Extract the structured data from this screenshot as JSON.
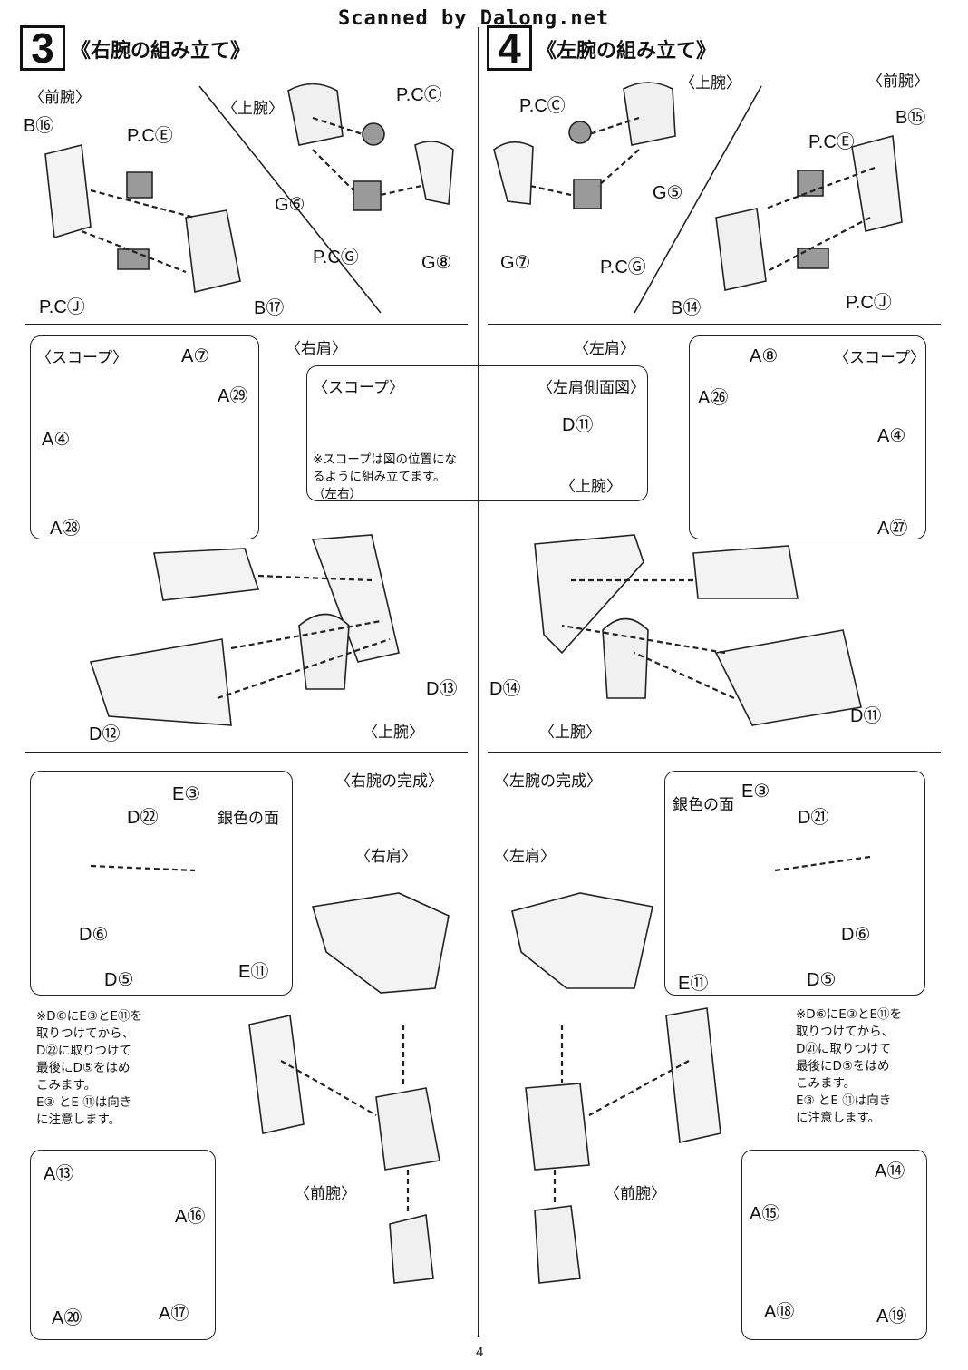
{
  "watermark": "Scanned by Dalong.net",
  "page_number": "4",
  "step3": {
    "number": "3",
    "title": "《右腕の組み立て》",
    "forearm": {
      "label": "〈前腕〉",
      "parts": {
        "b16": "B⑯",
        "pce": "P.CⒺ",
        "pcj": "P.CⒿ",
        "b17": "B⑰"
      }
    },
    "upperarm": {
      "label": "〈上腕〉",
      "parts": {
        "pcc": "P.CⒸ",
        "g6": "G⑥",
        "pcg": "P.CⒼ",
        "g8": "G⑧"
      }
    },
    "shoulder": {
      "label": "〈右肩〉",
      "d12": "D⑫",
      "d13": "D⑬",
      "upperarm_label": "〈上腕〉"
    },
    "scoop": {
      "label": "〈スコープ〉",
      "a7": "A⑦",
      "a29": "A㉙",
      "a4": "A④",
      "a28": "A㉘"
    },
    "scoop_note": {
      "label": "〈スコープ〉",
      "side_label": "〈左肩側面図〉",
      "d11": "D⑪",
      "upper_label": "〈上腕〉",
      "text": "※スコープは図の位置にな\nるように組み立てます。\n（左右）"
    },
    "complete": {
      "title": "〈右腕の完成〉",
      "shoulder_label": "〈右肩〉",
      "forearm_label": "〈前腕〉",
      "silver": "銀色の面",
      "d22": "D㉒",
      "e3": "E③",
      "d6": "D⑥",
      "d5": "D⑤",
      "e11": "E⑪",
      "note": "※D⑥にE③とE⑪を\n取りつけてから、\nD㉒に取りつけて\n最後にD⑤をはめ\nこみます。\nE③ とE ⑪は向き\nに注意します。",
      "hand": {
        "a13": "A⑬",
        "a16": "A⑯",
        "a20": "A⑳",
        "a17": "A⑰"
      }
    }
  },
  "step4": {
    "number": "4",
    "title": "《左腕の組み立て》",
    "forearm": {
      "label": "〈前腕〉",
      "parts": {
        "b15": "B⑮",
        "pce": "P.CⒺ",
        "pcj": "P.CⒿ",
        "b14": "B⑭"
      }
    },
    "upperarm": {
      "label": "〈上腕〉",
      "parts": {
        "pcc": "P.CⒸ",
        "g5": "G⑤",
        "pcg": "P.CⒼ",
        "g7": "G⑦"
      }
    },
    "shoulder": {
      "label": "〈左肩〉",
      "d14": "D⑭",
      "d11": "D⑪",
      "upperarm_label": "〈上腕〉"
    },
    "scoop": {
      "label": "〈スコープ〉",
      "a8": "A⑧",
      "a26": "A㉖",
      "a4": "A④",
      "a27": "A㉗"
    },
    "complete": {
      "title": "〈左腕の完成〉",
      "shoulder_label": "〈左肩〉",
      "forearm_label": "〈前腕〉",
      "silver": "銀色の面",
      "d21": "D㉑",
      "e3": "E③",
      "d6": "D⑥",
      "d5": "D⑤",
      "e11": "E⑪",
      "note": "※D⑥にE③とE⑪を\n取りつけてから、\nD㉑に取りつけて\n最後にD⑤をはめ\nこみます。\nE③ とE ⑪は向き\nに注意します。",
      "hand": {
        "a14": "A⑭",
        "a15": "A⑮",
        "a18": "A⑱",
        "a19": "A⑲"
      }
    }
  }
}
